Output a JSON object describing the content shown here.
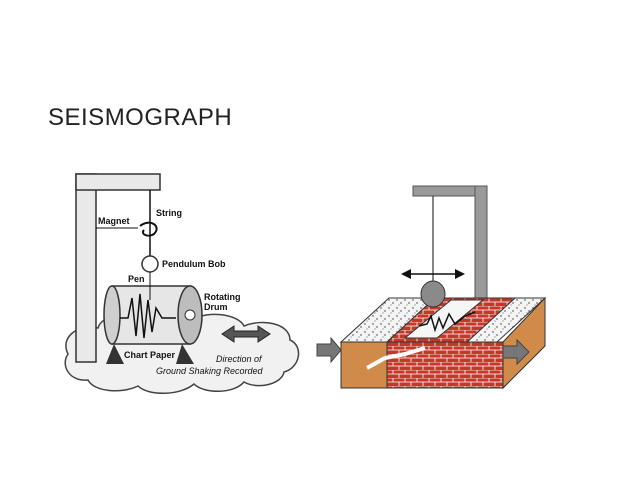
{
  "slide": {
    "title": "SEISMOGRAPH"
  },
  "left_diagram": {
    "labels": {
      "string": "String",
      "magnet": "Magnet",
      "pendulum_bob": "Pendulum Bob",
      "pen": "Pen",
      "rotating": "Rotating",
      "drum": "Drum",
      "chart_paper": "Chart Paper",
      "direction_line1": "Direction of",
      "direction_line2": "Ground Shaking Recorded"
    }
  },
  "right_diagram": {
    "colors": {
      "brick": "#c0392b",
      "soil": "#d08a4a",
      "frame": "#888888",
      "arrow": "#777777"
    }
  }
}
